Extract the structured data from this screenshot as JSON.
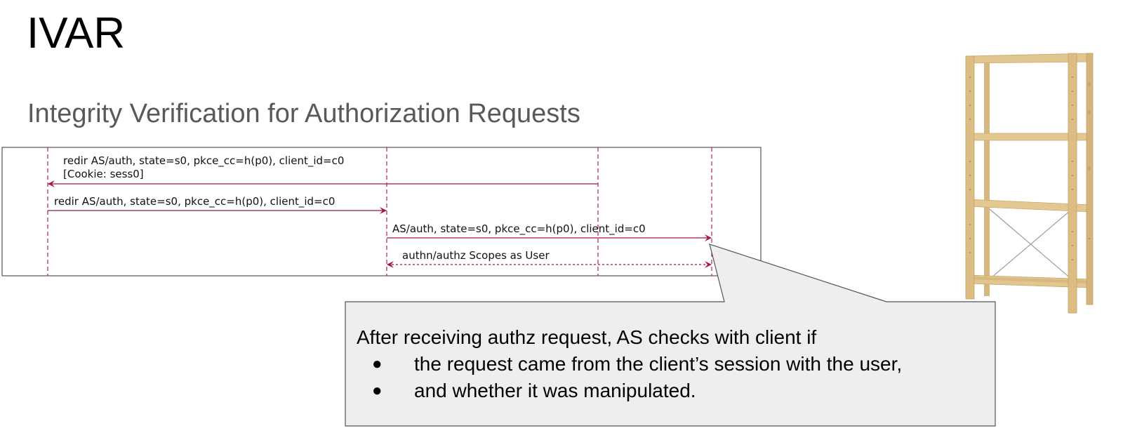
{
  "slide": {
    "title": "IVAR",
    "subtitle": "Integrity Verification for Authorization Requests"
  },
  "sequence": {
    "messages": [
      {
        "label_line1": "redir AS/auth, state=s0, pkce_cc=h(p0), client_id=c0",
        "label_line2": "[Cookie: sess0]",
        "style": "solid"
      },
      {
        "label": "redir AS/auth, state=s0, pkce_cc=h(p0), client_id=c0",
        "style": "solid"
      },
      {
        "label": "AS/auth, state=s0, pkce_cc=h(p0), client_id=c0",
        "style": "solid"
      },
      {
        "label": "authn/authz Scopes as User",
        "style": "dotted, bidirectional"
      }
    ]
  },
  "callout": {
    "intro": "After receiving authz request, AS checks with client if",
    "bullet_symbol": "●",
    "bullets": [
      "the request came from the client’s session with the user,",
      "and whether it was manipulated."
    ]
  },
  "colors": {
    "arrow": "#a3154e",
    "lifeline": "#b51f5c",
    "callout_fill": "#eeeeee",
    "subtitle": "#595959"
  },
  "image": {
    "subject": "wooden-shelving-unit"
  }
}
